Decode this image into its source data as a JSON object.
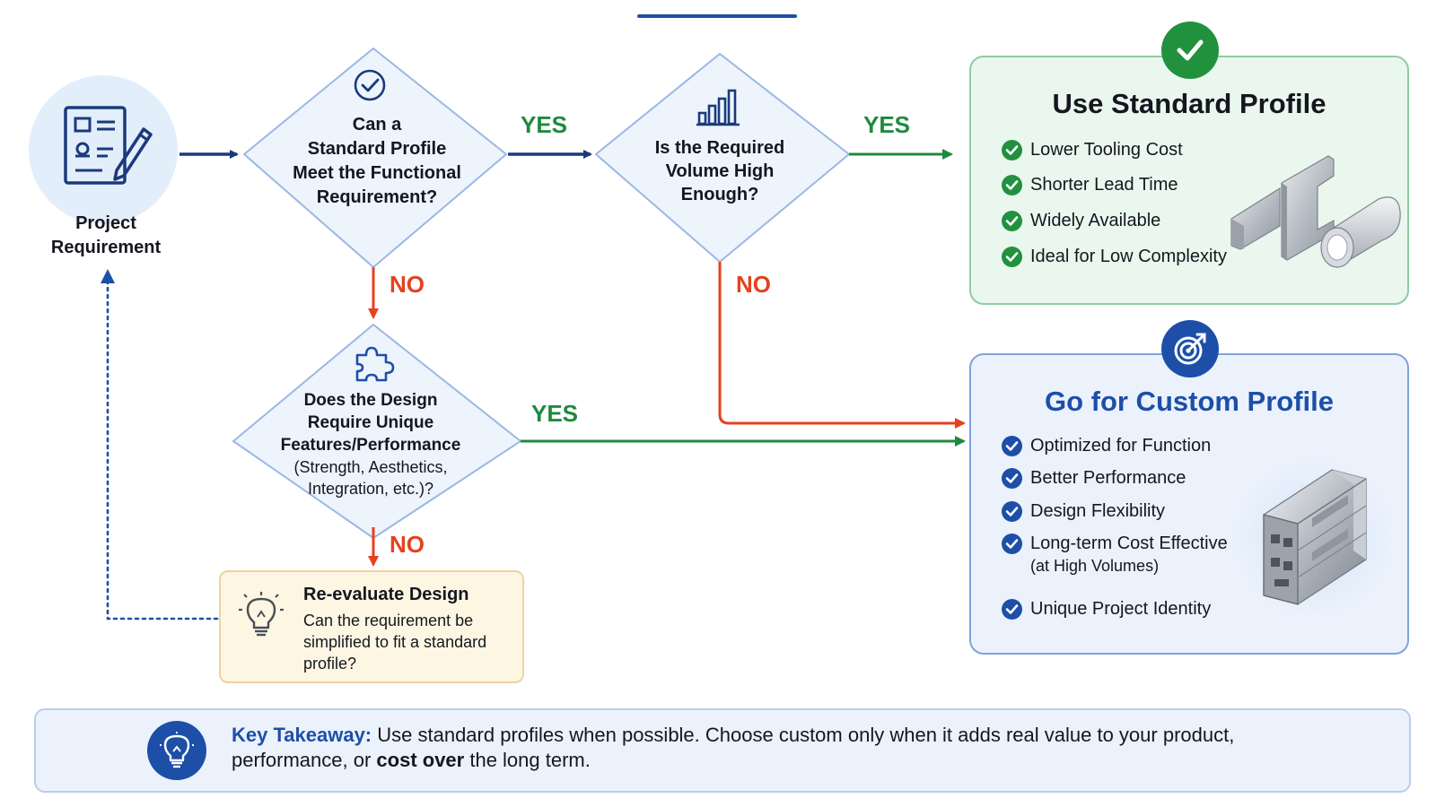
{
  "start": {
    "label_line1": "Project",
    "label_line2": "Requirement",
    "icon": "requirement-document-icon"
  },
  "decisions": [
    {
      "id": "standard-fit",
      "icon": "check-circle-icon",
      "lines": [
        "Can a",
        "Standard Profile",
        "Meet the Functional",
        "Requirement?"
      ],
      "yes": "YES",
      "no": "NO"
    },
    {
      "id": "volume",
      "icon": "bar-chart-icon",
      "lines": [
        "Is the Required",
        "Volume High",
        "Enough?"
      ],
      "yes": "YES",
      "no": "NO"
    },
    {
      "id": "unique-features",
      "icon": "puzzle-piece-icon",
      "lines": [
        "Does the Design",
        "Require Unique",
        "Features/Performance"
      ],
      "sub_lines": [
        "(Strength, Aesthetics,",
        "Integration, etc.)?"
      ],
      "yes": "YES",
      "no": "NO"
    }
  ],
  "standard_panel": {
    "title": "Use Standard Profile",
    "badge_icon": "checkmark-icon",
    "image_icon": "standard-aluminum-profiles-icon",
    "items": [
      "Lower Tooling Cost",
      "Shorter Lead Time",
      "Widely Available",
      "Ideal for Low Complexity"
    ]
  },
  "custom_panel": {
    "title": "Go for Custom Profile",
    "badge_icon": "target-icon",
    "image_icon": "custom-extrusion-profile-icon",
    "items": [
      {
        "text": "Optimized for Function"
      },
      {
        "text": "Better Performance"
      },
      {
        "text": "Design Flexibility"
      },
      {
        "text": "Long-term Cost Effective",
        "sub": "(at High Volumes)"
      },
      {
        "text": "Unique Project Identity"
      }
    ]
  },
  "reevaluate": {
    "icon": "lightbulb-icon",
    "title": "Re-evaluate Design",
    "body": "Can the requirement be simplified to fit a standard profile?"
  },
  "takeaway": {
    "icon": "lightbulb-icon",
    "label": "Key Takeaway:",
    "text_before": " Use standard profiles when possible. Choose custom only when it adds real value to your product, performance, or ",
    "strong": "cost over",
    "text_after": " the long term."
  },
  "colors": {
    "primary_blue": "#1d4fa8",
    "navy_arrow": "#1a3a7c",
    "yes_green": "#1e8a3e",
    "no_red": "#e4411f",
    "diamond_fill": "#eef4fc",
    "diamond_stroke": "#9bb8e3",
    "standard_panel_fill": "#eaf7ee",
    "custom_panel_fill": "#ebf2fc",
    "reevaluate_fill": "#fdf6e2"
  }
}
